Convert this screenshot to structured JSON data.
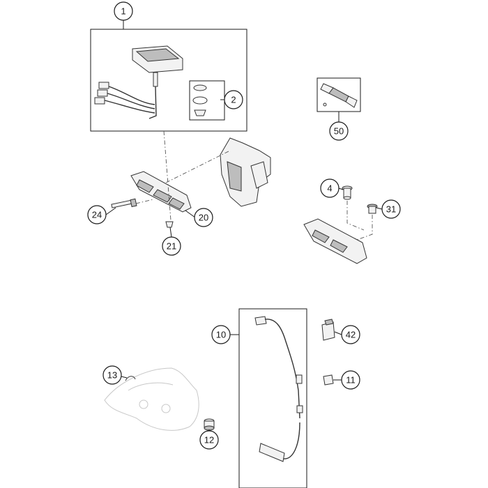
{
  "callouts": [
    {
      "id": "1",
      "label": "1"
    },
    {
      "id": "2",
      "label": "2"
    },
    {
      "id": "50",
      "label": "50"
    },
    {
      "id": "24",
      "label": "24"
    },
    {
      "id": "20",
      "label": "20"
    },
    {
      "id": "21",
      "label": "21"
    },
    {
      "id": "4",
      "label": "4"
    },
    {
      "id": "31",
      "label": "31"
    },
    {
      "id": "10",
      "label": "10"
    },
    {
      "id": "42",
      "label": "42"
    },
    {
      "id": "11",
      "label": "11"
    },
    {
      "id": "13",
      "label": "13"
    },
    {
      "id": "12",
      "label": "12"
    }
  ],
  "colors": {
    "line": "#1a1a1a",
    "part_fill": "#f2f2f2",
    "ghost": "#c8c8c8"
  }
}
